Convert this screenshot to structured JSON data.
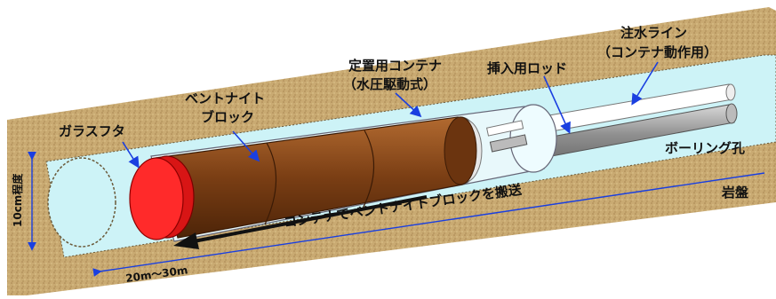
{
  "labels": {
    "glass_lid": "ガラスフタ",
    "bentonite_line1": "ベントナイト",
    "bentonite_line2": "ブロック",
    "container_line1": "定置用コンテナ",
    "container_line2": "（水圧駆動式）",
    "insertion_rod": "挿入用ロッド",
    "water_line1": "注水ライン",
    "water_line2": "（コンテナ動作用）",
    "borehole": "ボーリング孔",
    "bedrock": "岩盤",
    "transport": "コンテナでベントナイトブロックを搬送",
    "diameter": "10cm程度",
    "length": "20m～30m"
  },
  "colors": {
    "rock": "#c9aa72",
    "borehole": "#cdf3f7",
    "bentonite": "#8a4a1c",
    "lid": "#ee2222",
    "container": "#e8f8fb",
    "rod": "#9a9a9a",
    "arrow": "#1a3fe0"
  }
}
